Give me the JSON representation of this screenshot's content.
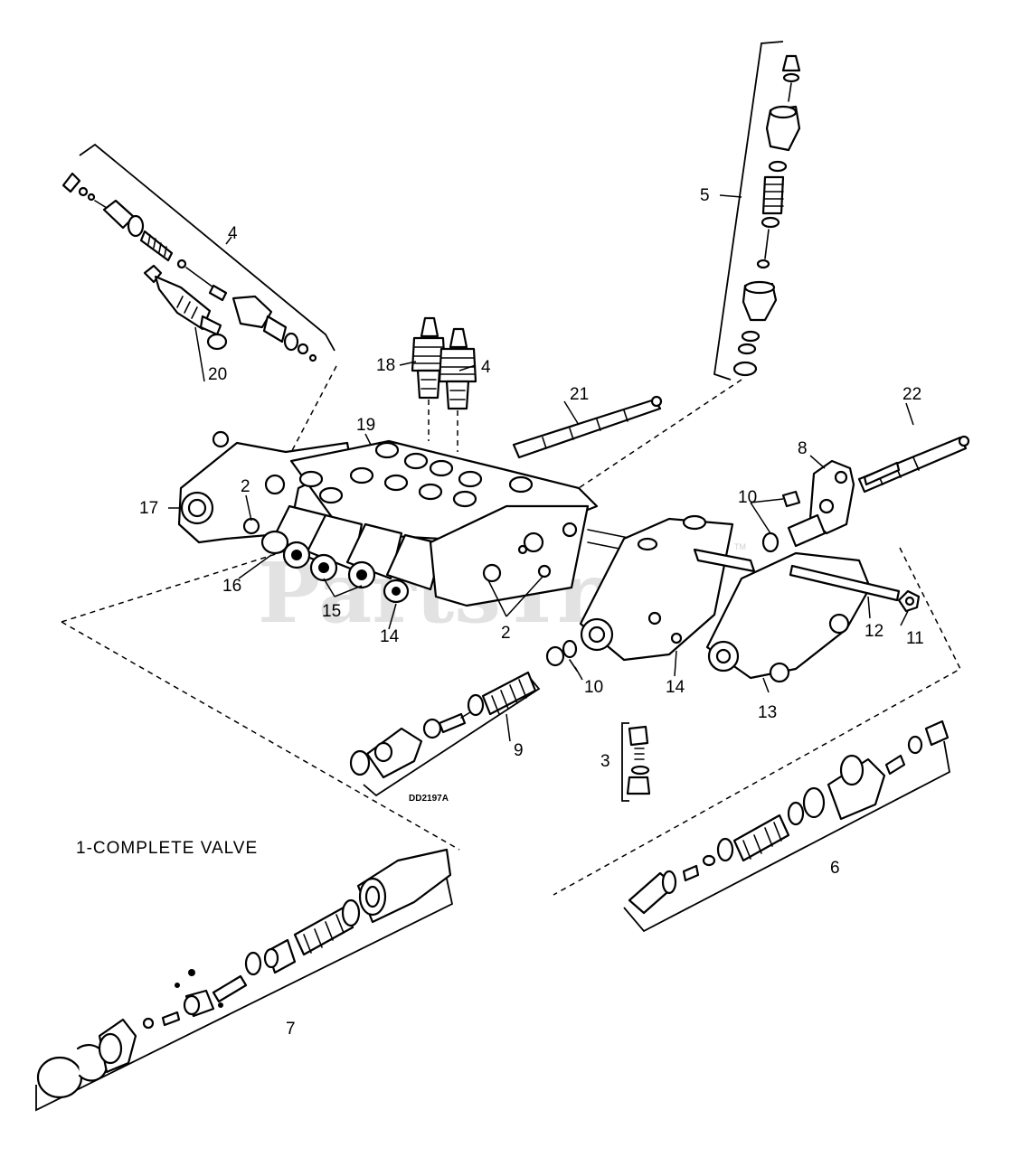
{
  "diagram": {
    "caption": "1-COMPLETE VALVE",
    "drawing_code": "DD2197A",
    "watermark": "PartsTree",
    "watermark_tm": "TM",
    "callouts": {
      "c2a": "2",
      "c2b": "2",
      "c3": "3",
      "c4a": "4",
      "c4b": "4",
      "c5": "5",
      "c6": "6",
      "c7": "7",
      "c8": "8",
      "c9": "9",
      "c10a": "10",
      "c10b": "10",
      "c11": "11",
      "c12": "12",
      "c13": "13",
      "c14a": "14",
      "c14b": "14",
      "c15": "15",
      "c16": "16",
      "c17": "17",
      "c18": "18",
      "c19": "19",
      "c20": "20",
      "c21": "21",
      "c22": "22"
    }
  }
}
